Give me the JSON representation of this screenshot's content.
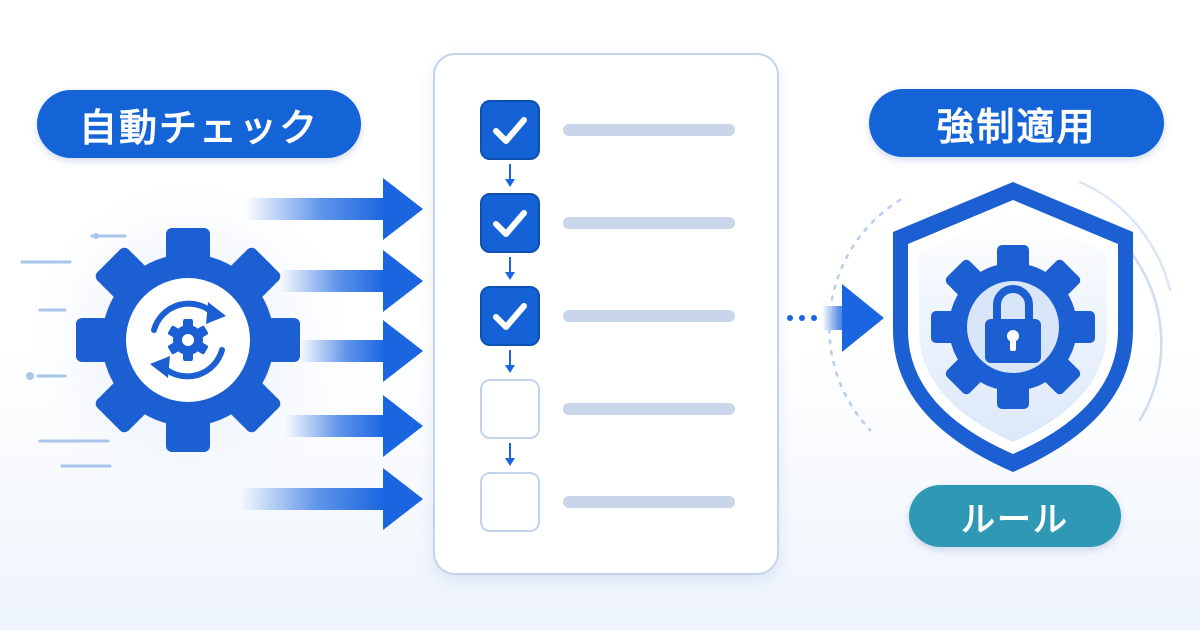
{
  "labels": {
    "auto_check": "自動チェック",
    "enforcement": "強制適用",
    "rule": "ルール"
  },
  "checklist": {
    "items": [
      {
        "checked": true
      },
      {
        "checked": true
      },
      {
        "checked": true
      },
      {
        "checked": false
      },
      {
        "checked": false
      }
    ]
  },
  "icons": {
    "left": "gear-sync-icon",
    "right": "shield-lock-icon",
    "check": "checkmark-icon"
  },
  "colors": {
    "primary": "#1464d8",
    "teal": "#2f98b4",
    "line": "#c9d6ea",
    "border": "#c3d3ec"
  }
}
